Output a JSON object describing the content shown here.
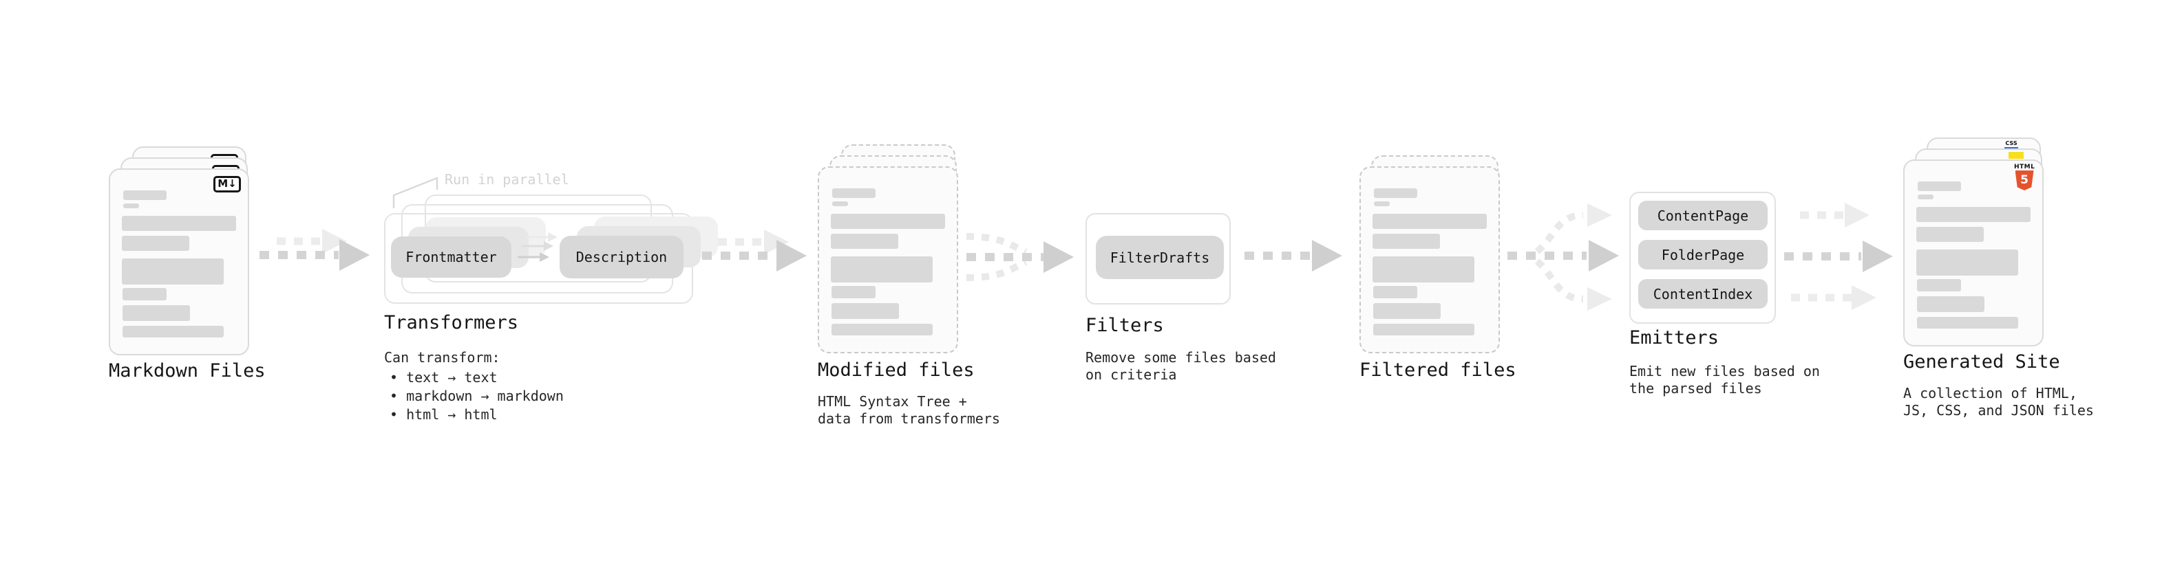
{
  "diagram": {
    "bullet_prefix": "• ",
    "nodes": {
      "markdown_files": {
        "title": "Markdown Files",
        "badge": "M↓"
      },
      "transformers": {
        "title": "Transformers",
        "annotation": "Run in parallel",
        "pill_left": "Frontmatter",
        "pill_right": "Description",
        "desc_heading": "Can transform:",
        "bullets": [
          "text → text",
          "markdown → markdown",
          "html → html"
        ]
      },
      "modified_files": {
        "title": "Modified files",
        "subtitle_lines": [
          "HTML Syntax Tree +",
          "data from transformers"
        ]
      },
      "filters": {
        "title": "Filters",
        "pill": "FilterDrafts",
        "subtitle_lines": [
          "Remove some files based",
          "on criteria"
        ]
      },
      "filtered_files": {
        "title": "Filtered files"
      },
      "emitters": {
        "title": "Emitters",
        "pills": [
          "ContentPage",
          "FolderPage",
          "ContentIndex"
        ],
        "subtitle_lines": [
          "Emit new files based on",
          "the parsed files"
        ]
      },
      "generated_site": {
        "title": "Generated Site",
        "subtitle_lines": [
          "A collection of HTML,",
          "JS, CSS, and JSON files"
        ],
        "css_badge": "CSS",
        "html_badge": "HTML",
        "html_number": "5"
      }
    },
    "colors": {
      "pill_fill": "#d8d8d8",
      "doc_fill": "#fbfbfb",
      "skeleton": "#d9d9d9",
      "arrow_dark": "#d4d4d4",
      "arrow_light": "#ececec",
      "annotation_text": "#d3d3d3",
      "title_text": "#161616",
      "html5_orange": "#e5532d",
      "js_yellow": "#f7df1e",
      "css_blue": "#2f6bf2"
    }
  }
}
